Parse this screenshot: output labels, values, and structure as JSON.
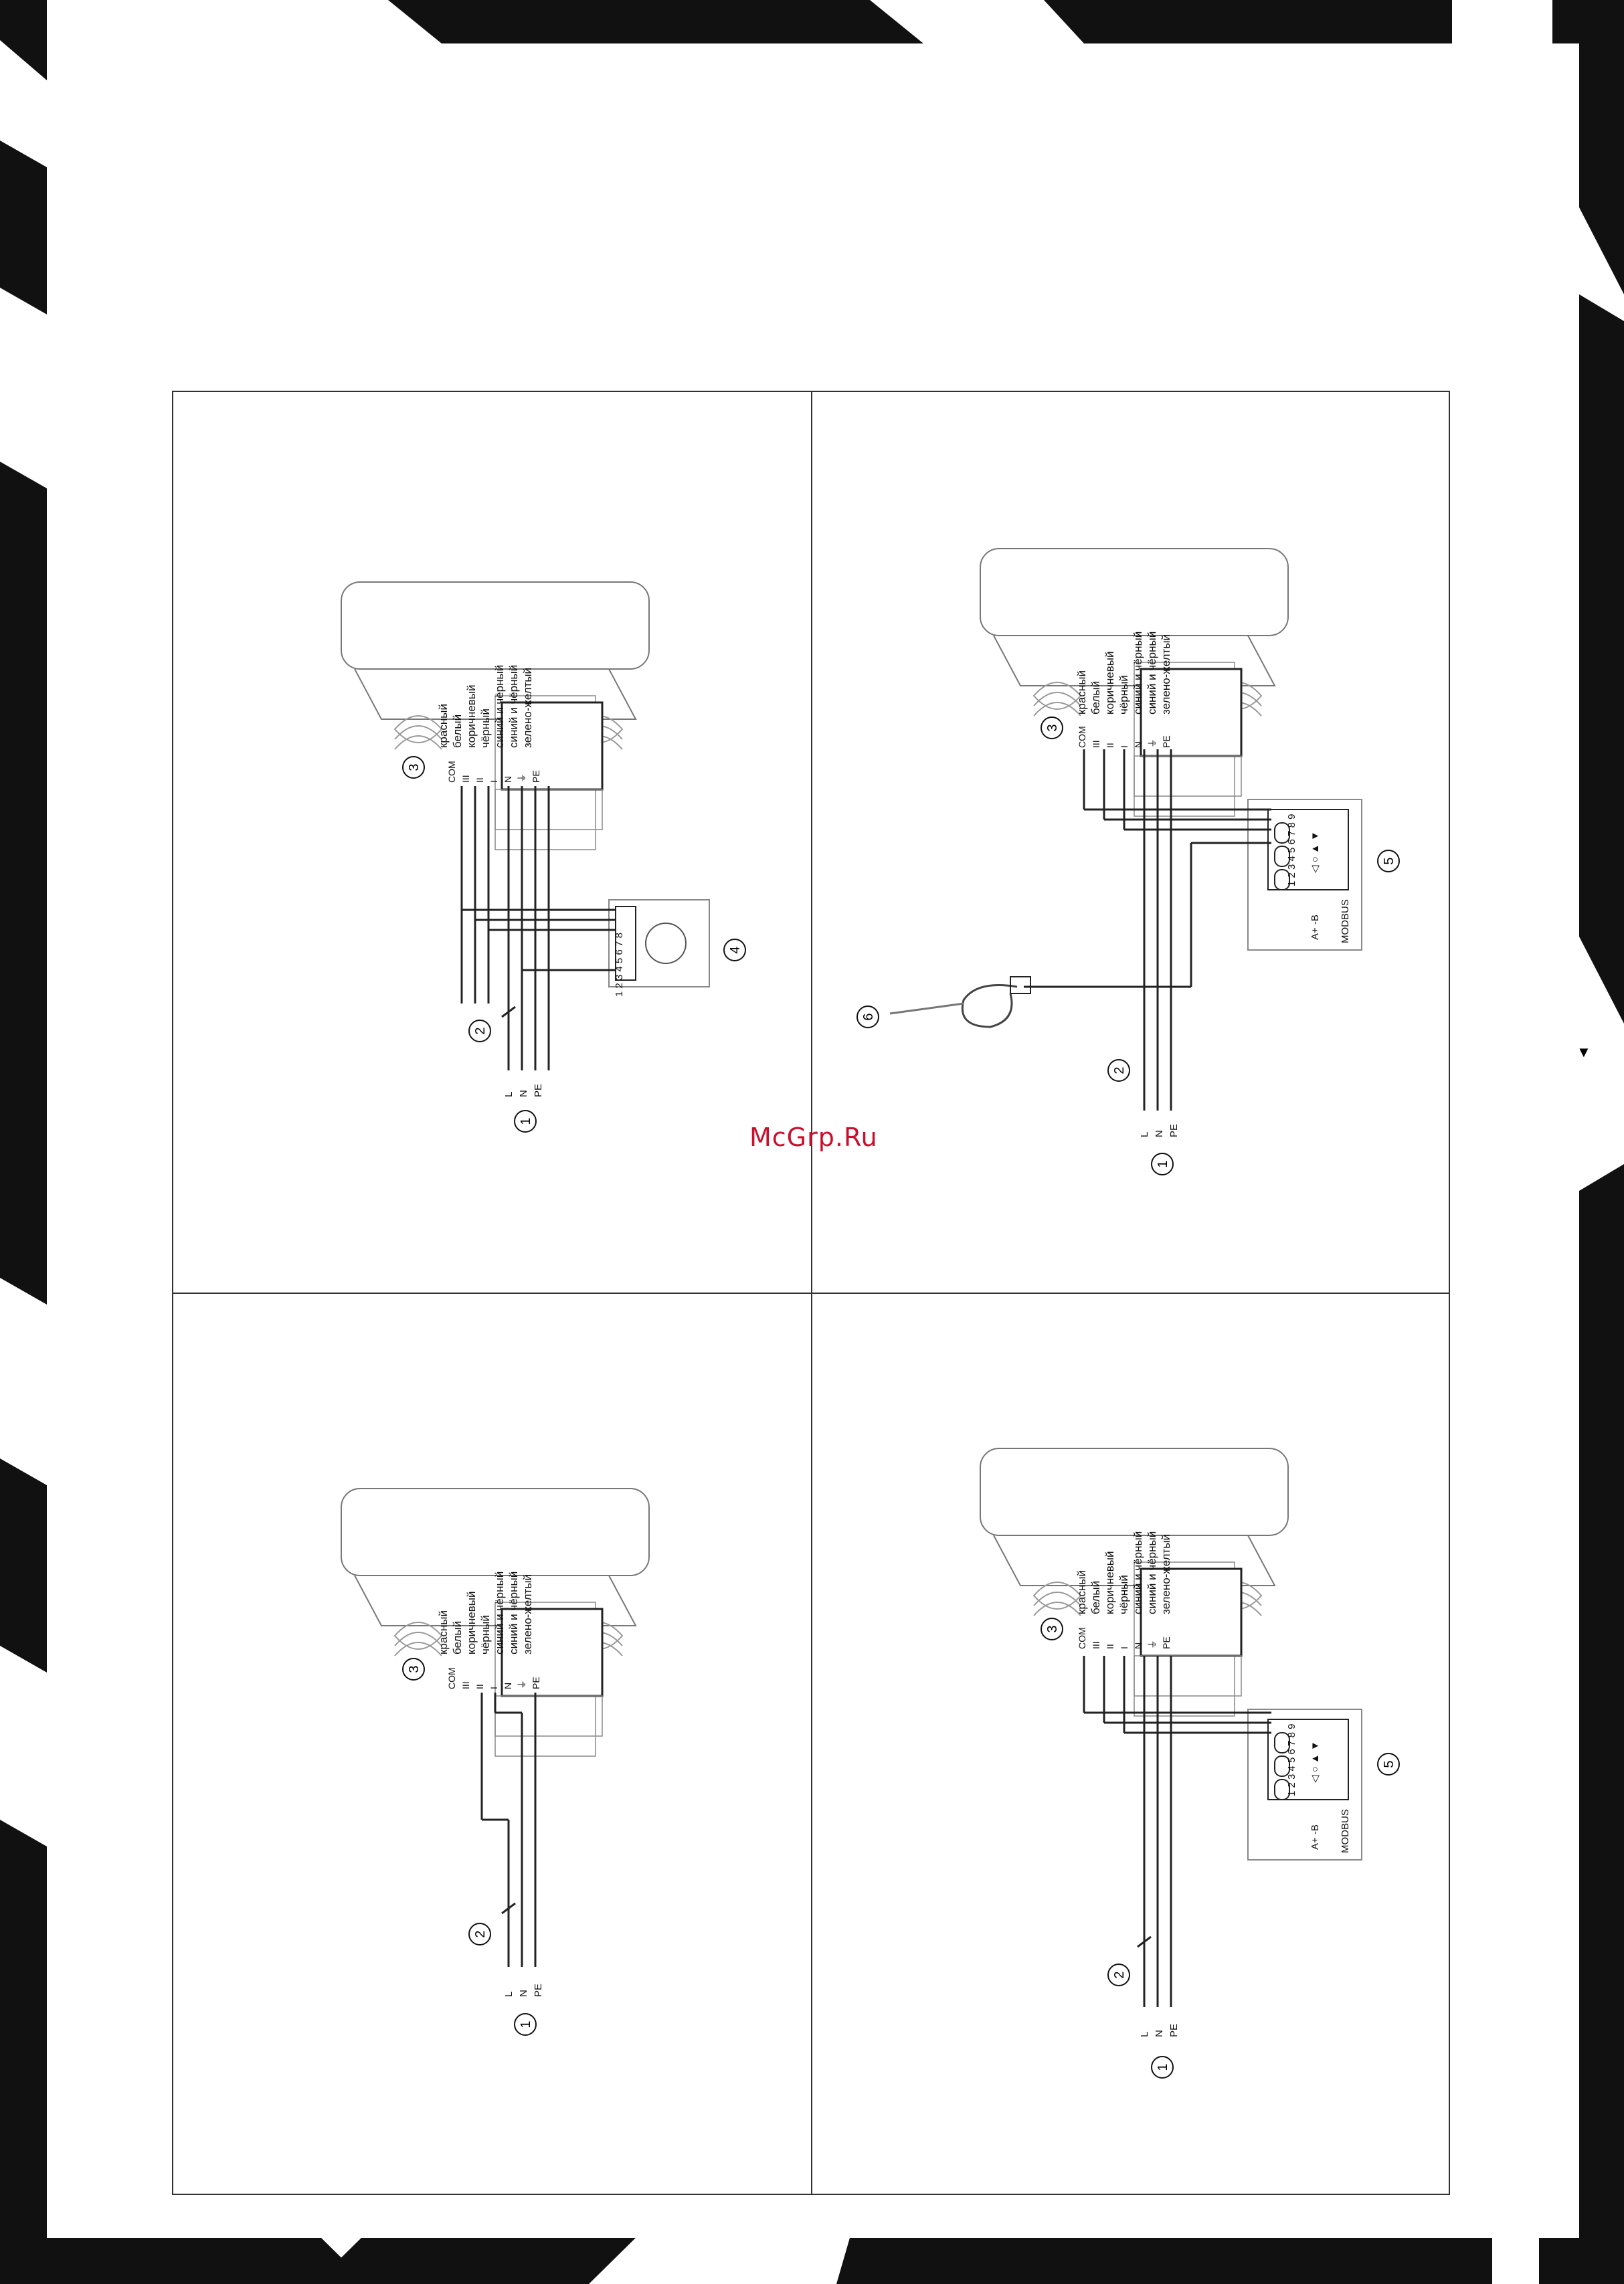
{
  "watermark": "McGrp.Ru",
  "page_arrow": "▼",
  "wire_colors": [
    "красный",
    "белый",
    "коричневый",
    "чёрный",
    "синий и чёрный",
    "синий и чёрный",
    "зелено-желтый"
  ],
  "terminal_codes": [
    "COM",
    "III",
    "II",
    "I",
    "N",
    "⏚",
    "PE"
  ],
  "power_labels": [
    "L",
    "N",
    "PE"
  ],
  "thermostat_terminals": "1 2 3 4 5 6 7 8",
  "modbus": {
    "terminals": "1 2 3 4 5 6 7 8 9",
    "bus_label": "A+ -B",
    "name": "MODBUS",
    "buttons": "◁ ○ ▲ ▼"
  },
  "callouts": [
    "1",
    "2",
    "3",
    "4",
    "5",
    "6"
  ],
  "panels": [
    {
      "id": "top-left",
      "callouts": [
        "1",
        "2",
        "3",
        "4"
      ]
    },
    {
      "id": "top-right",
      "callouts": [
        "1",
        "2",
        "3",
        "5",
        "6"
      ]
    },
    {
      "id": "bottom-left",
      "callouts": [
        "1",
        "2",
        "3"
      ]
    },
    {
      "id": "bottom-right",
      "callouts": [
        "1",
        "2",
        "3",
        "5"
      ]
    }
  ]
}
